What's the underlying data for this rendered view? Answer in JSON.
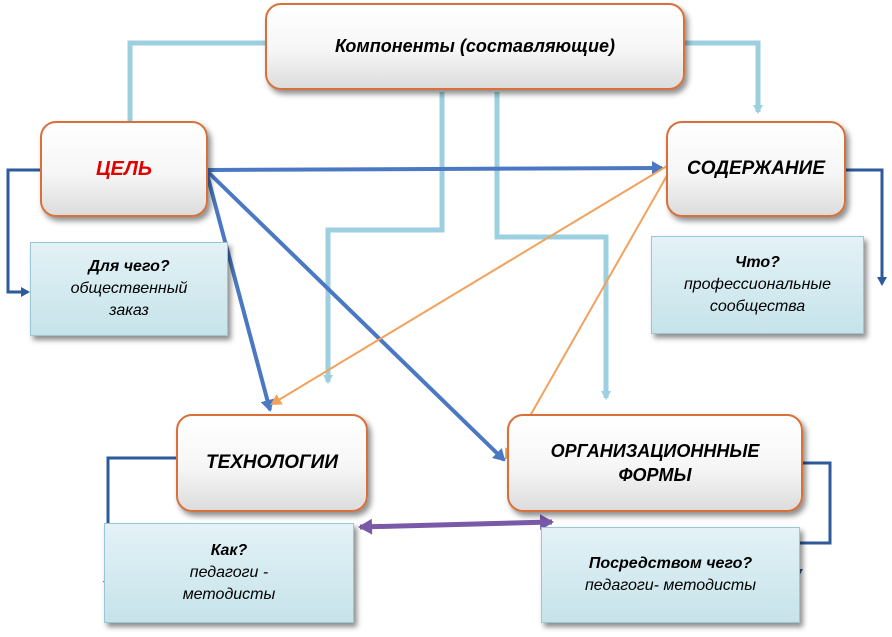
{
  "title": "Компоненты (составляющие)",
  "nodes": {
    "goal": {
      "label": "ЦЕЛЬ",
      "color": "#e00000"
    },
    "content": {
      "label": "СОДЕРЖАНИЕ"
    },
    "technologies": {
      "label": "ТЕХНОЛОГИИ"
    },
    "org_forms": {
      "label_line1": "ОРГАНИЗАЦИОНННЫЕ",
      "label_line2": "ФОРМЫ"
    }
  },
  "notes": {
    "goal": {
      "question": "Для чего?",
      "line1": "общественный",
      "line2": "заказ"
    },
    "content": {
      "question": "Что?",
      "line1": "профессиональные",
      "line2": "сообщества"
    },
    "technologies": {
      "question": "Как?",
      "line1": "педагоги -",
      "line2": "методисты"
    },
    "org_forms": {
      "question": "Посредством чего?",
      "line1": "педагоги- методисты"
    }
  },
  "colors": {
    "box_border": "#d8703a",
    "note_fill": "#c6e3ea",
    "connector_light": "#9ccfe0",
    "arrow_dark": "#2d5a9a",
    "arrow_blue": "#4a78c2",
    "arrow_orange": "#f2a25c",
    "arrow_purple": "#7a5aa8"
  }
}
